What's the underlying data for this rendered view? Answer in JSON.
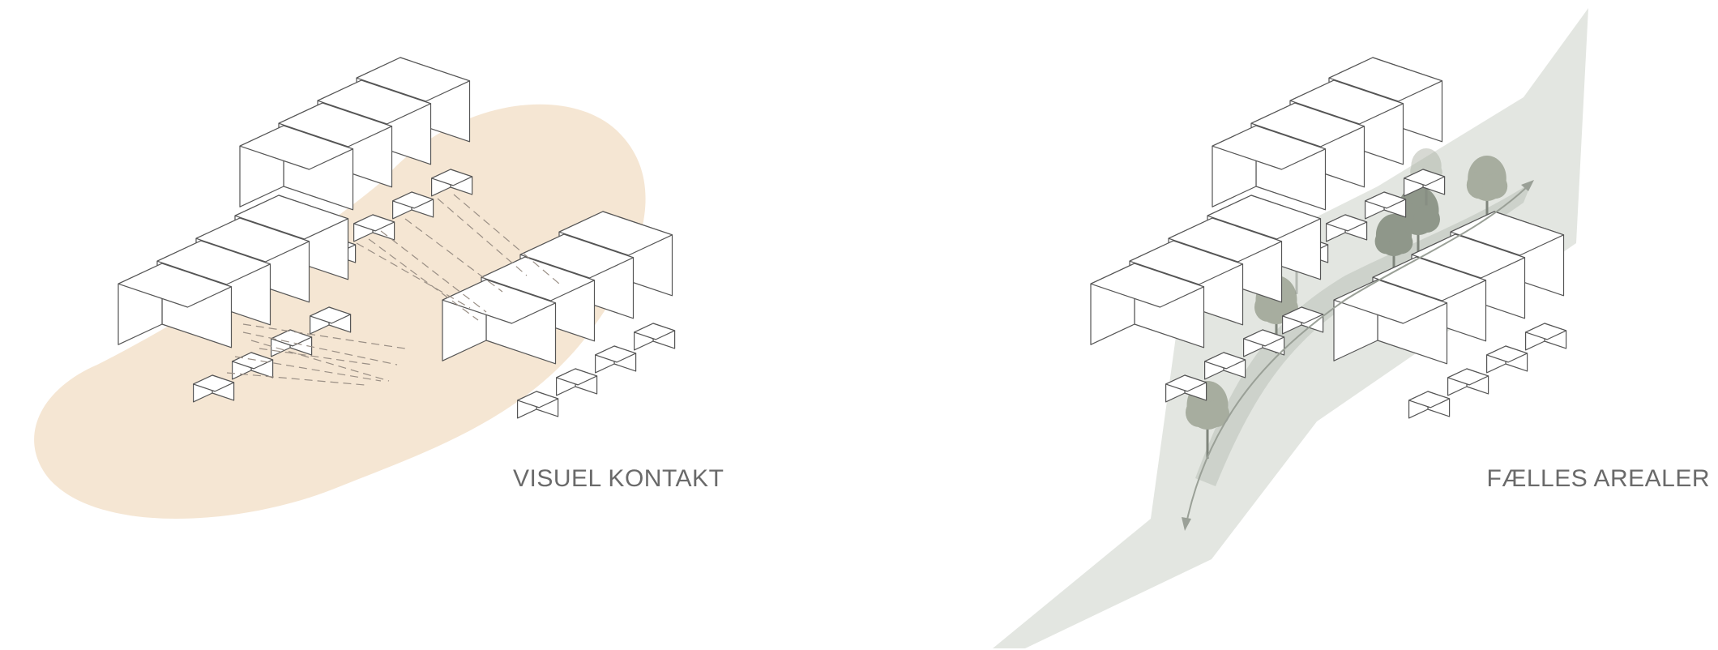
{
  "panels": [
    {
      "caption": "VISUEL KONTAKT"
    },
    {
      "caption": "FÆLLES AREALER"
    }
  ],
  "colors": {
    "background": "#ffffff",
    "contact_zone": "#f5e6d3",
    "common_area": "#e3e6e1",
    "path_band": "#cdd2cb",
    "tree": "#a7ad9f",
    "tree_dark": "#8f978a",
    "trunk": "#7f857c",
    "building_fill": "#ffffff",
    "building_line": "#555555",
    "sightline": "#9a8f85",
    "caption": "#6a6a6a"
  },
  "icons": [
    "building-block",
    "tree-icon",
    "arrow-icon"
  ]
}
